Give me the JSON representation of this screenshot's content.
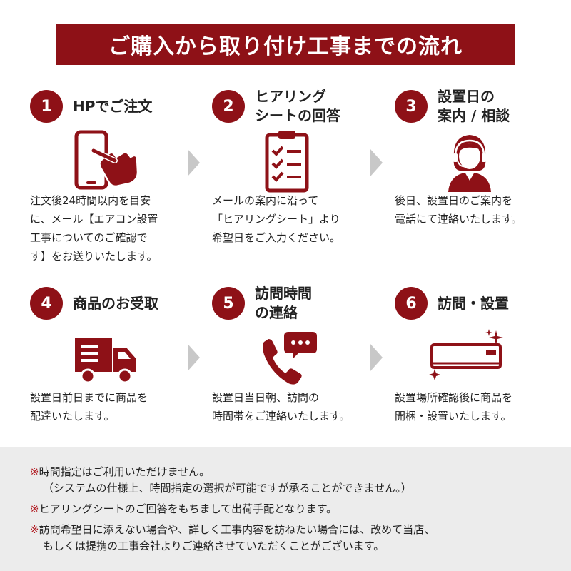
{
  "banner": {
    "title": "ご購入から取り付け工事までの流れ"
  },
  "colors": {
    "accent": "#8e1117",
    "arrow": "#c8c8c8",
    "notes_bg": "#ececec",
    "note_mark": "#b0171e"
  },
  "steps": [
    {
      "number": "1",
      "title": [
        "HPでご注文"
      ],
      "icon": "smartphone-tap-icon",
      "desc": [
        "注文後24時間以内を目安",
        "に、メール【エアコン設置",
        "工事についてのご確認で",
        "す】をお送りいたします。"
      ]
    },
    {
      "number": "2",
      "title": [
        "ヒアリング",
        "シートの回答"
      ],
      "icon": "clipboard-checklist-icon",
      "desc": [
        "メールの案内に沿って",
        "「ヒアリングシート」より",
        "希望日をご入力ください。"
      ]
    },
    {
      "number": "3",
      "title": [
        "設置日の",
        "案内 / 相談"
      ],
      "icon": "operator-headset-icon",
      "desc": [
        "後日、設置日のご案内を",
        "電話にて連絡いたします。"
      ]
    },
    {
      "number": "4",
      "title": [
        "商品のお受取"
      ],
      "icon": "delivery-truck-icon",
      "desc": [
        "設置日前日までに商品を",
        "配達いたします。"
      ]
    },
    {
      "number": "5",
      "title": [
        "訪問時間",
        "の連絡"
      ],
      "icon": "phone-chat-icon",
      "desc": [
        "設置日当日朝、訪問の",
        "時間帯をご連絡いたします。"
      ]
    },
    {
      "number": "6",
      "title": [
        "訪問・設置"
      ],
      "icon": "air-conditioner-icon",
      "desc": [
        "設置場所確認後に商品を",
        "開梱・設置いたします。"
      ]
    }
  ],
  "notes": [
    {
      "mark": "※",
      "line1": "時間指定はご利用いただけません。",
      "line2": "（システムの仕様上、時間指定の選択が可能ですが承ることができません。）"
    },
    {
      "mark": "※",
      "line1": "ヒアリングシートのご回答をもちまして出荷手配となります。",
      "line2": ""
    },
    {
      "mark": "※",
      "line1": "訪問希望日に添えない場合や、詳しく工事内容を訪ねたい場合には、改めて当店、",
      "line2": "もしくは提携の工事会社よりご連絡させていただくことがございます。"
    }
  ]
}
